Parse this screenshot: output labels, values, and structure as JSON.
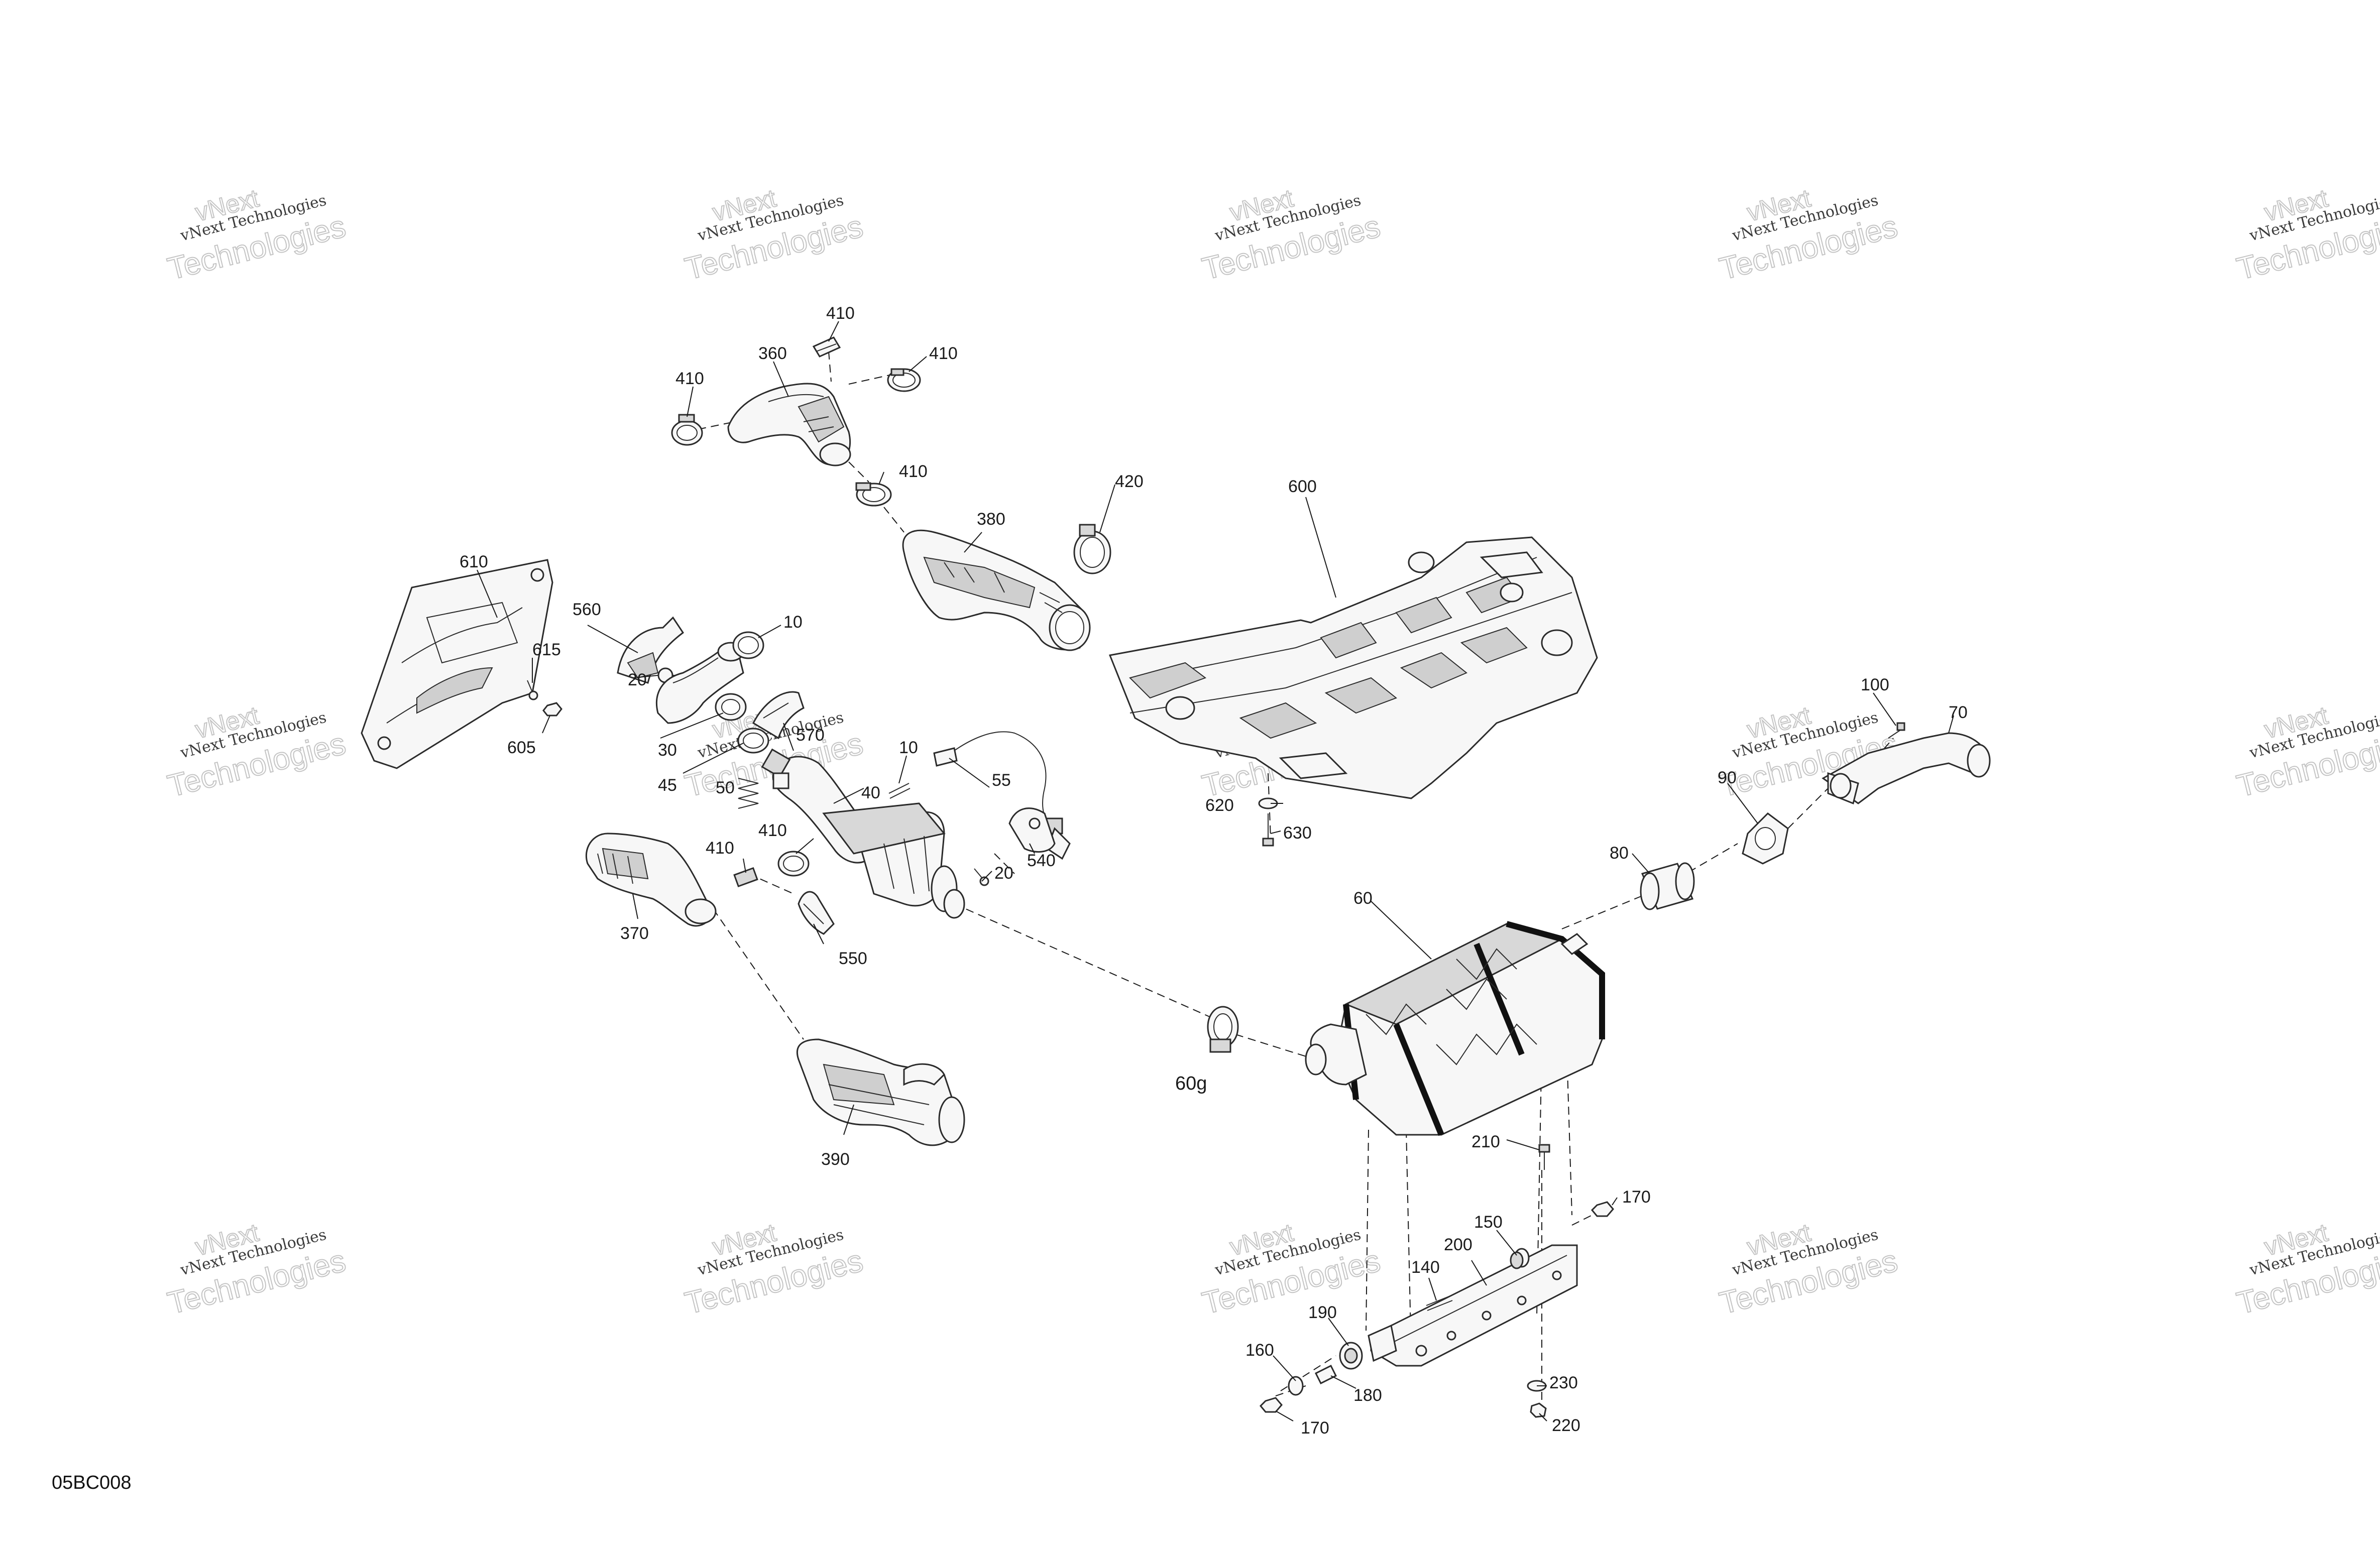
{
  "diagram_id": "05BC008",
  "watermark": {
    "line1": "vNext Technologies",
    "line2": "vNext",
    "line3": "Technologies"
  },
  "callouts": {
    "c10a": "10",
    "c10b": "10",
    "c20a": "20",
    "c20b": "20",
    "c30": "30",
    "c40": "40",
    "c45": "45",
    "c50": "50",
    "c55": "55",
    "c60": "60",
    "c60g": "60g",
    "c70": "70",
    "c80": "80",
    "c90": "90",
    "c100": "100",
    "c140": "140",
    "c150": "150",
    "c160": "160",
    "c170a": "170",
    "c170b": "170",
    "c180": "180",
    "c190": "190",
    "c200": "200",
    "c210": "210",
    "c220": "220",
    "c230": "230",
    "c360": "360",
    "c370": "370",
    "c380": "380",
    "c390": "390",
    "c410a": "410",
    "c410b": "410",
    "c410c": "410",
    "c410d": "410",
    "c410e": "410",
    "c410f": "410",
    "c420": "420",
    "c540": "540",
    "c550": "550",
    "c560": "560",
    "c570": "570",
    "c600": "600",
    "c605": "605",
    "c610": "610",
    "c615": "615",
    "c620": "620",
    "c630": "630"
  }
}
